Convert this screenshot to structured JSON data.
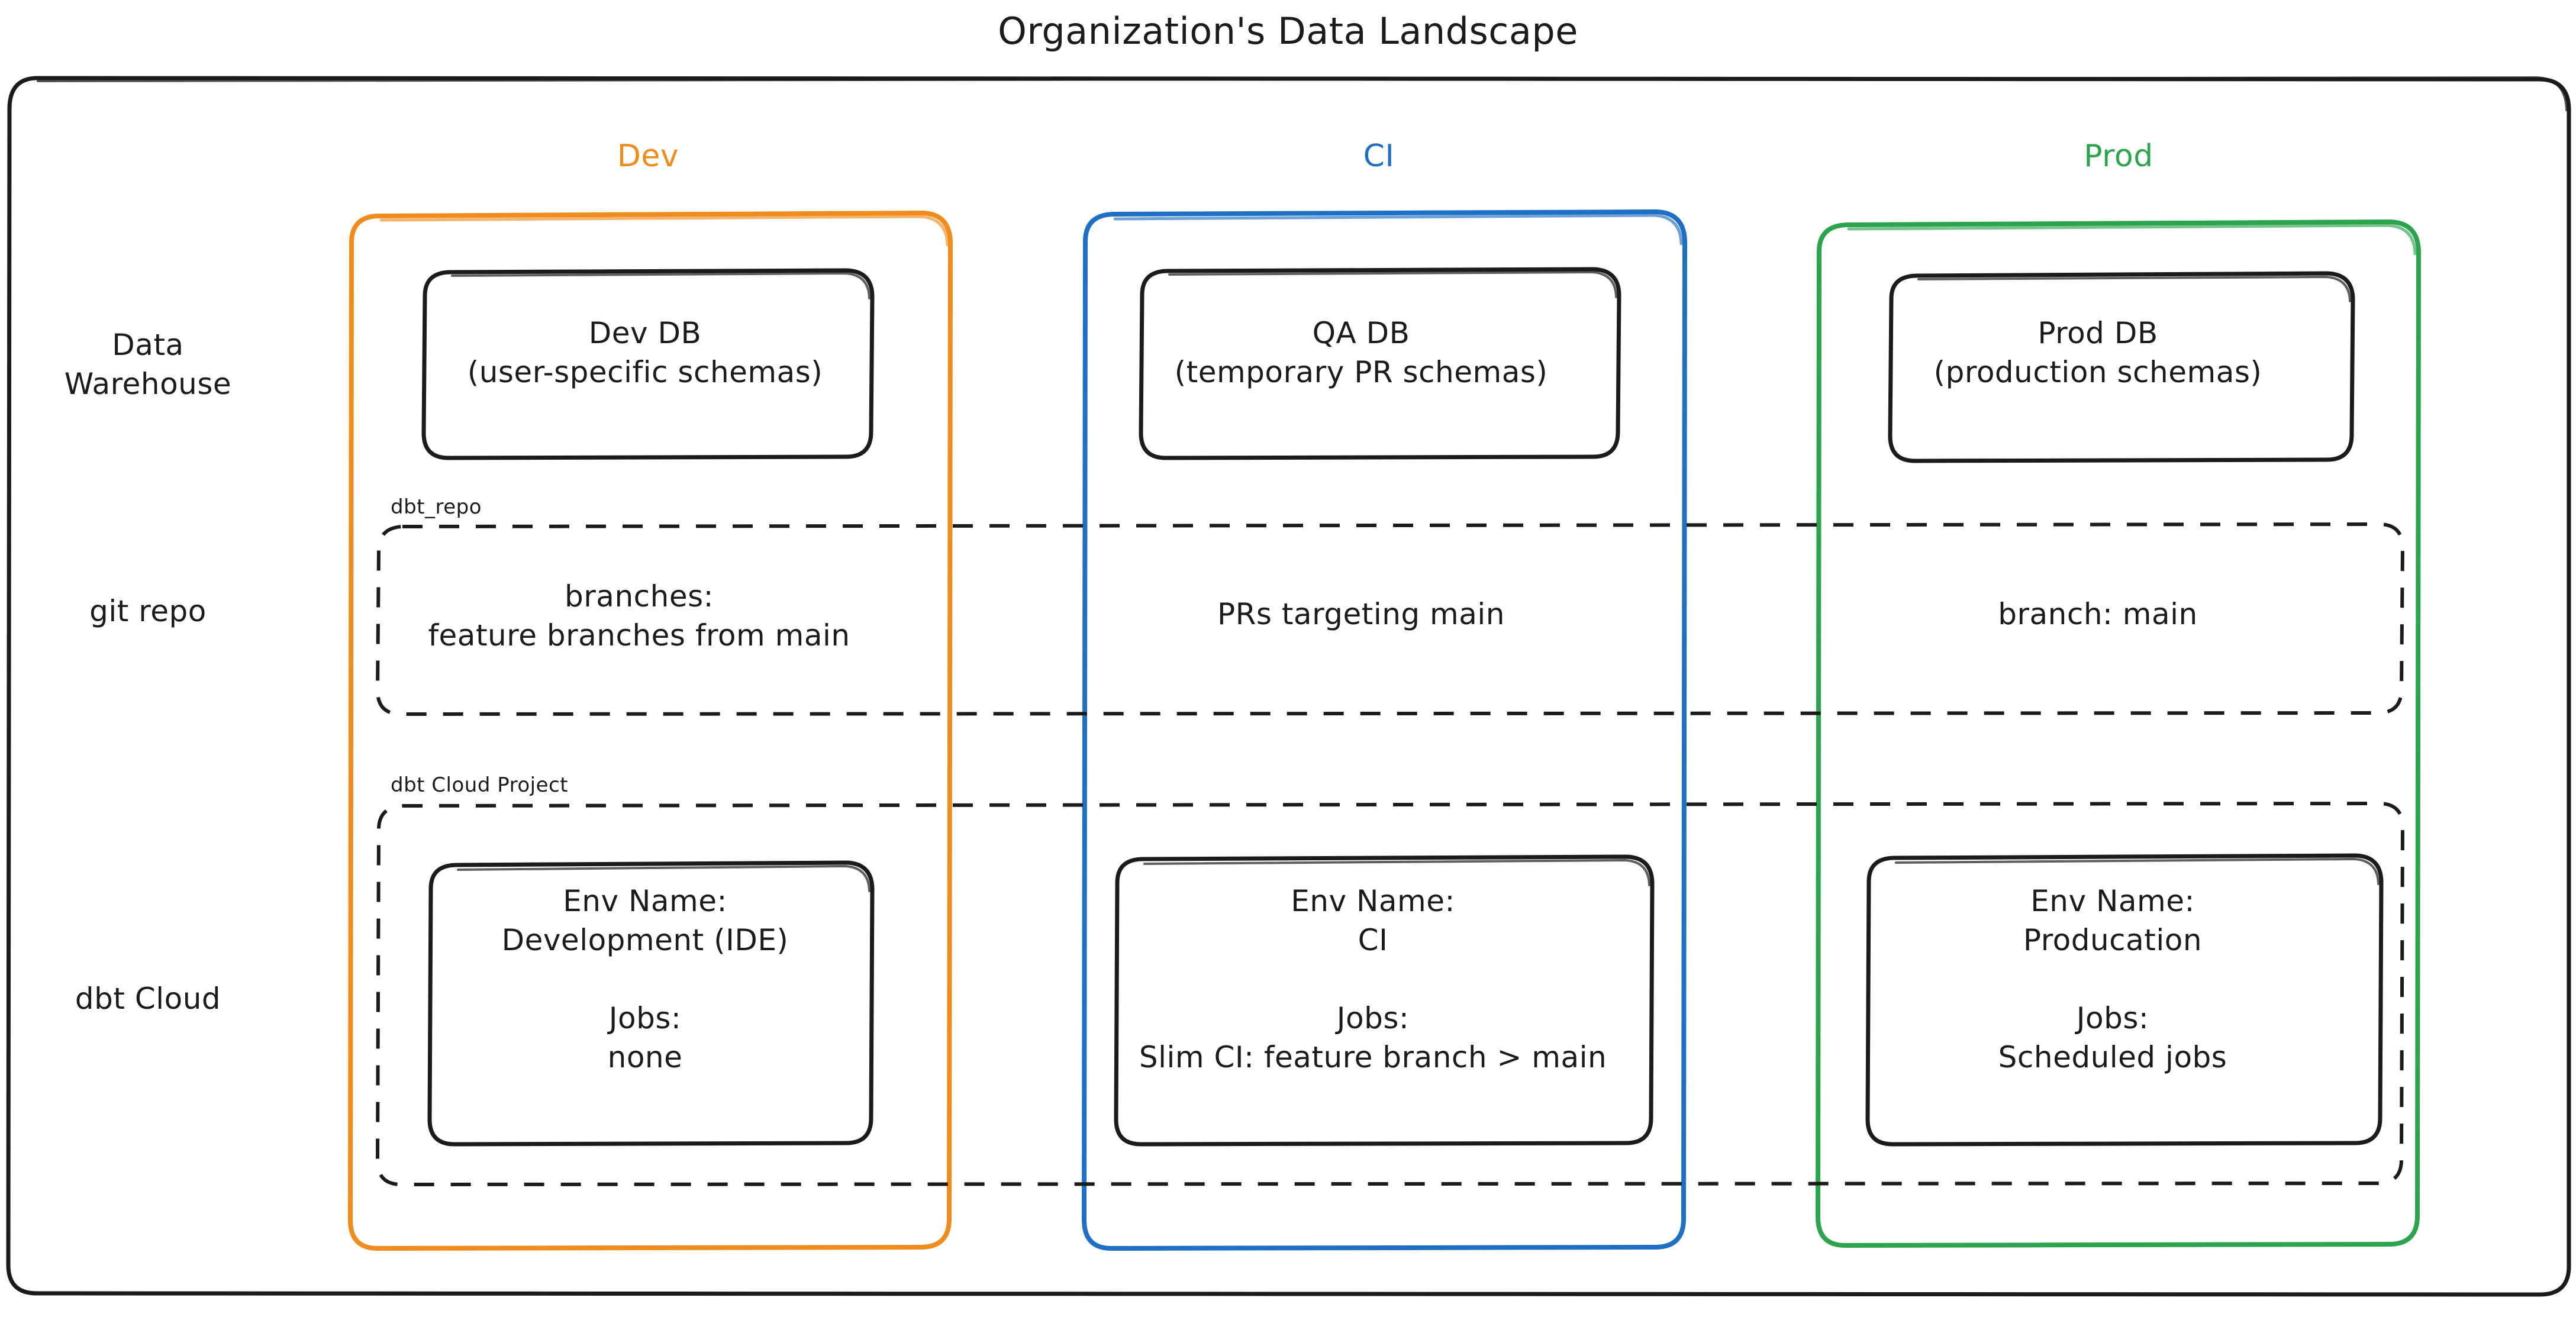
{
  "title": "Organization's Data Landscape",
  "colors": {
    "dev": "#f08c1e",
    "ci": "#1f6fc4",
    "prod": "#2ca44e",
    "stroke": "#1b1b1b",
    "background": "#ffffff"
  },
  "columns": [
    {
      "key": "dev",
      "caption": "Dev"
    },
    {
      "key": "ci",
      "caption": "CI"
    },
    {
      "key": "prod",
      "caption": "Prod"
    }
  ],
  "rows": [
    {
      "key": "warehouse",
      "label": "Data\nWarehouse"
    },
    {
      "key": "git",
      "label": "git repo"
    },
    {
      "key": "dbtcloud",
      "label": "dbt Cloud"
    }
  ],
  "groups": {
    "git_repo": {
      "caption": "dbt_repo"
    },
    "dbt_cloud_project": {
      "caption": "dbt Cloud Project"
    }
  },
  "cells": {
    "warehouse": {
      "dev": "Dev DB\n(user-specific schemas)",
      "ci": "QA DB\n(temporary PR schemas)",
      "prod": "Prod DB\n(production schemas)"
    },
    "git": {
      "dev": "branches:\nfeature branches from main",
      "ci": "PRs targeting main",
      "prod": "branch: main"
    },
    "dbtcloud": {
      "dev": "Env Name:\nDevelopment (IDE)\n\nJobs:\nnone",
      "ci": "Env Name:\nCI\n\nJobs:\nSlim CI: feature branch > main",
      "prod": "Env Name:\nProducation\n\nJobs:\nScheduled jobs"
    }
  }
}
